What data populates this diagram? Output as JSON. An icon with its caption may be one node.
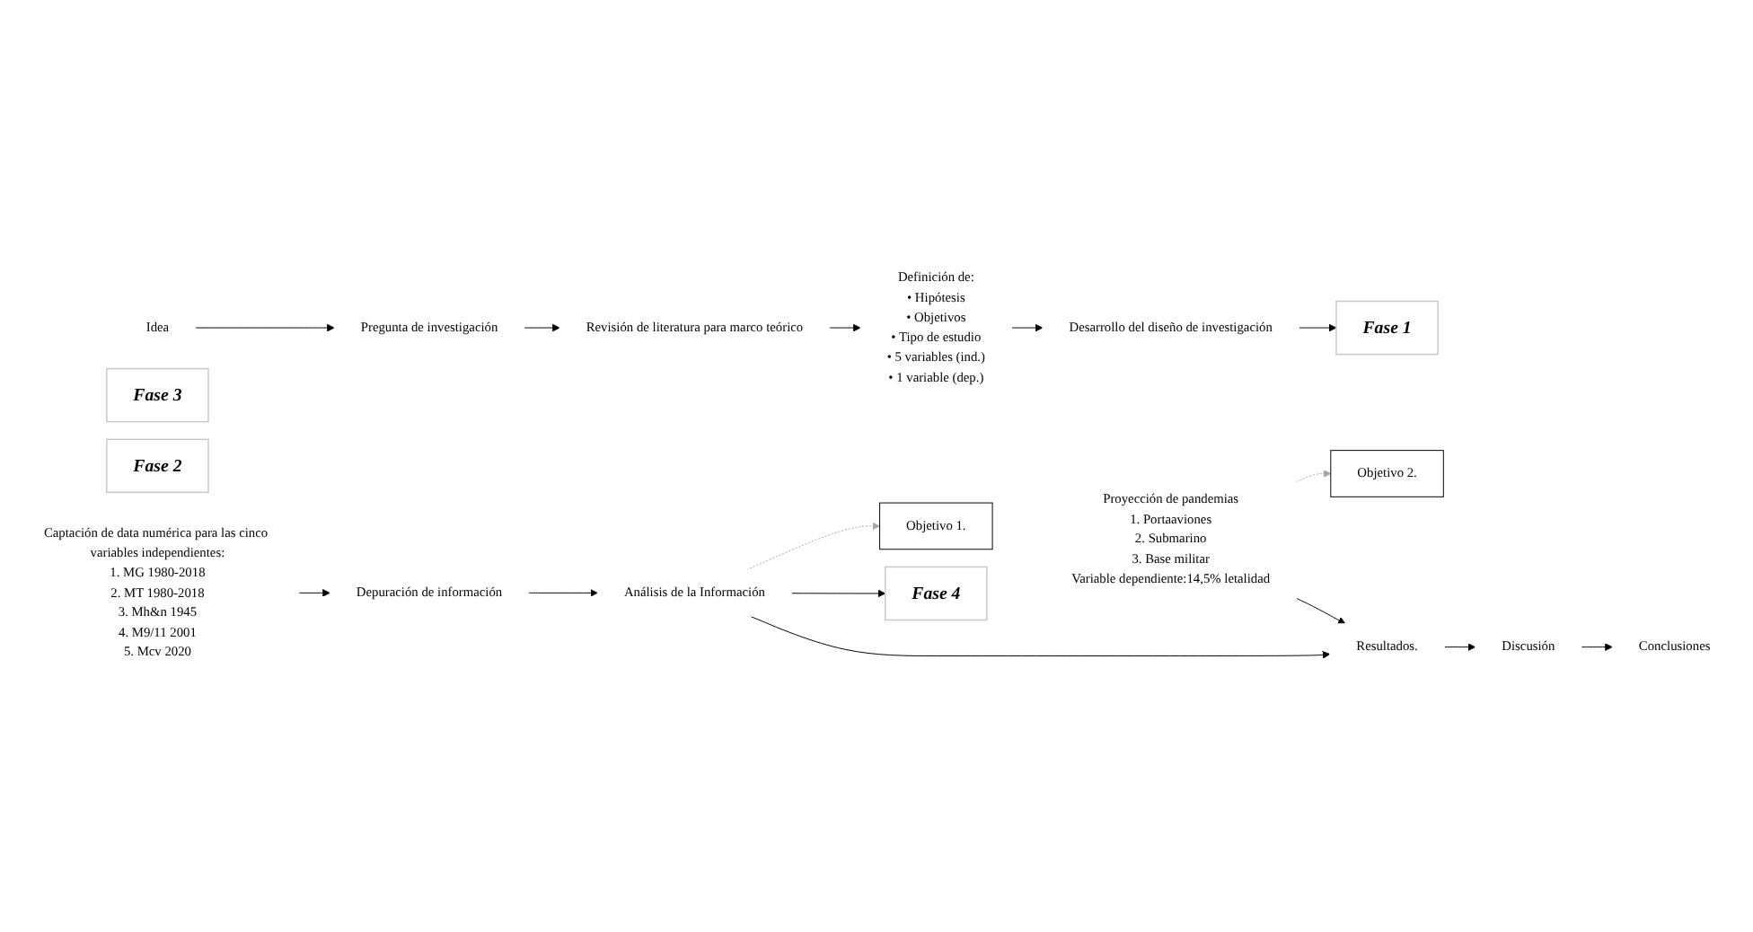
{
  "diagram": {
    "nodes": [
      {
        "text": [
          "Idea"
        ]
      },
      {
        "text": [
          "Pregunta de investigación"
        ]
      },
      {
        "text": [
          "Revisión de literatura para marco teórico"
        ]
      },
      {
        "text": [
          "Definición de:",
          "• Hipótesis",
          "• Objetivos",
          "• Tipo de estudio",
          "• 5 variables (ind.)",
          "• 1 variable (dep.)"
        ]
      },
      {
        "text": [
          "Desarrollo del diseño de investigación"
        ]
      },
      {
        "text": [
          "Fase 3"
        ]
      },
      {
        "text": [
          "Fase 2"
        ]
      },
      {
        "text": [
          "Fase 1"
        ]
      },
      {
        "text": [
          "Objetivo 1."
        ]
      },
      {
        "text": [
          "Análisis de la Información"
        ]
      },
      {
        "text": [
          "Depuración de información"
        ]
      },
      {
        "text": [
          "Captación de data numérica para las cinco variables independientes:",
          "1. MG 1980-2018",
          "2. MT 1980-2018",
          "3. Mh&n 1945",
          "4. M9/11 2001",
          "5. Mcv 2020"
        ]
      },
      {
        "text": [
          "Fase 4"
        ]
      },
      {
        "text": [
          "Objetivo 2."
        ]
      },
      {
        "text": [
          "Proyección de pandemias",
          "1. Portaaviones",
          "2. Submarino",
          "3. Base militar",
          "Variable dependiente:14,5% letalidad"
        ]
      },
      {
        "text": [
          "Resultados."
        ]
      },
      {
        "text": [
          "Discusión"
        ]
      },
      {
        "text": [
          "Conclusiones"
        ]
      }
    ],
    "edges": [
      {
        "from": 0,
        "to": 1,
        "arrow": "to"
      },
      {
        "from": 1,
        "to": 2,
        "arrow": "to"
      },
      {
        "from": 2,
        "to": 3,
        "arrow": "to"
      },
      {
        "from": 3,
        "to": 4,
        "arrow": "to"
      },
      {
        "from": 4,
        "to": 7,
        "arrow": "to"
      },
      {
        "from": 11,
        "to": 10,
        "arrow": "to"
      },
      {
        "from": 10,
        "to": 9,
        "arrow": "to"
      },
      {
        "from": 9,
        "to": 8,
        "arrow": "to",
        "style": "dashed",
        "color": "#a6a6a6"
      },
      {
        "from": 9,
        "to": 12,
        "arrow": "to"
      },
      {
        "from": 14,
        "to": 13,
        "arrow": "to",
        "style": "dashed",
        "color": "#a6a6a6"
      },
      {
        "from": 9,
        "to": 15,
        "arrow": "to"
      },
      {
        "from": 14,
        "to": 15,
        "arrow": "to"
      },
      {
        "from": 15,
        "to": 16,
        "arrow": "to"
      },
      {
        "from": 16,
        "to": 17,
        "arrow": "to"
      }
    ]
  }
}
